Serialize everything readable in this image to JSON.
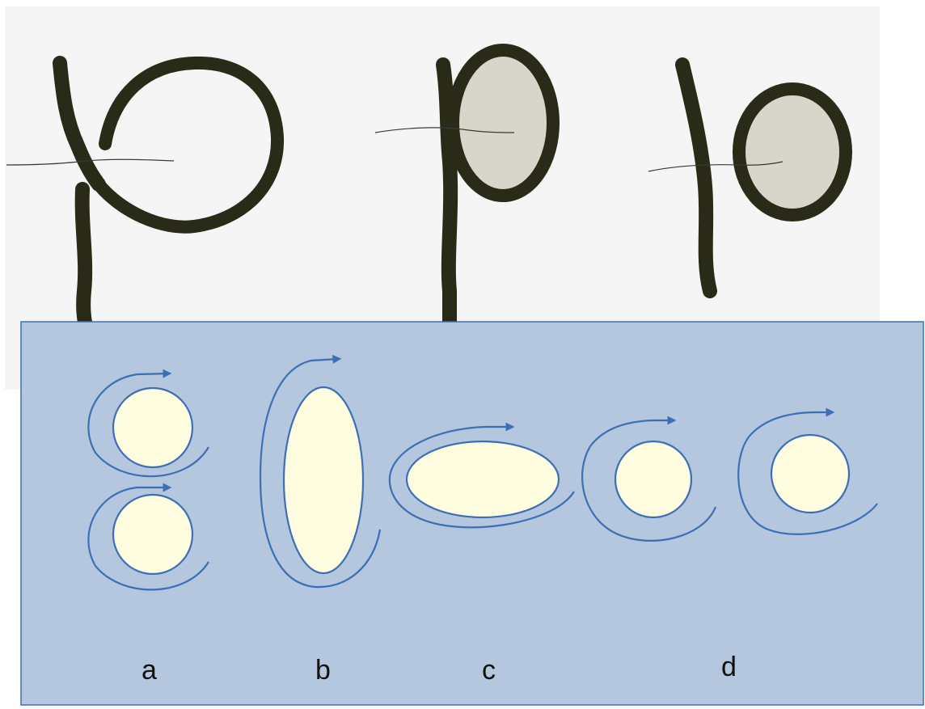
{
  "top_panel": {
    "background": "#f5f5f5",
    "ink_color": "#2a2a18",
    "fill_color": "#d8d6ca",
    "sketches": [
      "open-loop-stroke",
      "filled-loop-touching-stroke",
      "filled-loop-separate-stroke"
    ]
  },
  "bottom_panel": {
    "background": "#b4c7de",
    "border_color": "#3d6fb5",
    "nucleus_color": "#fefde0",
    "labels": {
      "a": "a",
      "b": "b",
      "c": "c",
      "d": "d"
    }
  }
}
